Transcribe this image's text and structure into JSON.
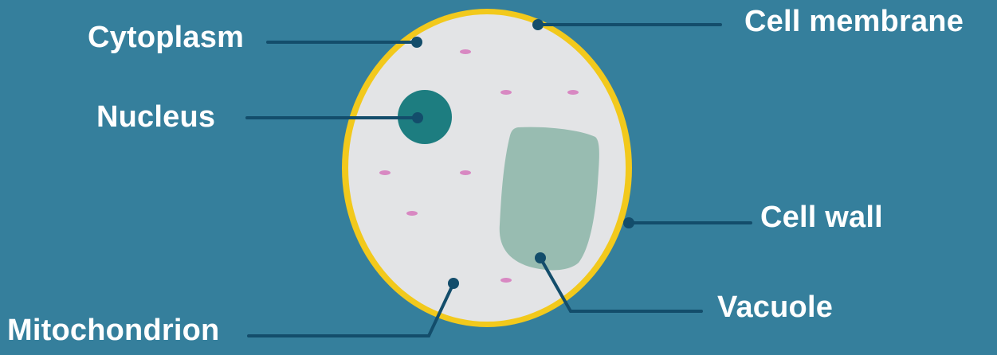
{
  "labels": {
    "cytoplasm": "Cytoplasm",
    "nucleus": "Nucleus",
    "mitochondrion": "Mitochondrion",
    "cell_membrane": "Cell membrane",
    "cell_wall": "Cell wall",
    "vacuole": "Vacuole"
  },
  "colors": {
    "background": "#357f9c",
    "cell_wall": "#f2c91c",
    "cytoplasm": "#e3e4e6",
    "nucleus": "#1d7d80",
    "vacuole": "#98bcb1",
    "organelle_dots": "#d888c2",
    "leader_lines": "#134d6b",
    "label_text": "#ffffff"
  }
}
